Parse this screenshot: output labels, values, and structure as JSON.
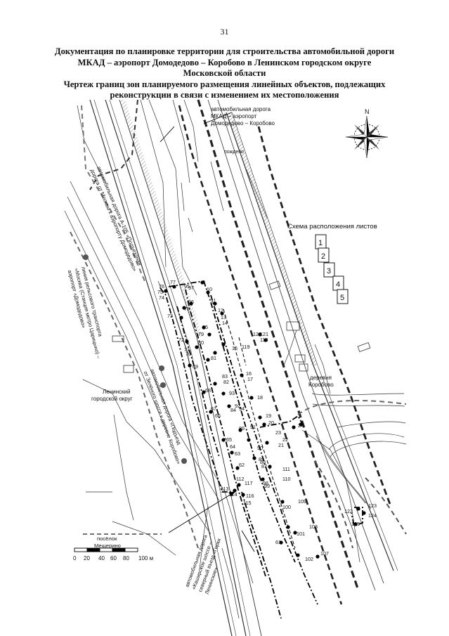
{
  "page_number": "31",
  "title": [
    "Документация по планировке территории для строительства автомобильной дороги",
    "МКАД – аэропорт Домодедово – Коробово в Ленинском городском округе",
    "Московской области",
    "Чертеж границ зон планируемого размещения линейных объектов, подлежащих",
    "реконструкции в связи с изменением их местоположения"
  ],
  "labels": {
    "road_main": [
      "автомобильная дорога",
      "МКАД – аэропорт",
      "Домодедово – Коробово"
    ],
    "pozhdepo": "пождепо",
    "a105": [
      "автомобильная дорога А-105 «Подъездная",
      "дорога от Москвы к аэропорту Домодедово»"
    ],
    "rail": [
      "линия рельсового транспорта",
      "«Москва (Станция метро Царицыно) –",
      "аэропорт «Домодедово»"
    ],
    "road_zelenoe": [
      "автомобильная дорога «Подъезд",
      "от Зелёного шоссе к деревне Коробово»"
    ],
    "district": [
      "Ленинский",
      "городской округ"
    ],
    "village": [
      "деревня",
      "Коробово"
    ],
    "settlement": [
      "посёлок",
      "Мещерино"
    ],
    "road_kashira": [
      "автомобильная дорога",
      "«Каширское шоссе –",
      "северный въезд «Горки",
      "Ленинские»"
    ],
    "sheets_title": "Схема расположения листов",
    "sheets": [
      "1",
      "2",
      "3",
      "4",
      "5"
    ],
    "compass": "N"
  },
  "scale_bar": {
    "ticks": [
      "0",
      "20",
      "40",
      "60",
      "80",
      "100 м"
    ]
  },
  "point_numbers": [
    "9",
    "10",
    "11",
    "12",
    "13",
    "14",
    "15",
    "16",
    "17",
    "18",
    "19",
    "20",
    "21",
    "22",
    "23",
    "24",
    "61",
    "62",
    "63",
    "64",
    "65",
    "66",
    "67",
    "68",
    "69",
    "70",
    "71",
    "72",
    "73",
    "74",
    "75",
    "76",
    "77",
    "78",
    "79",
    "80",
    "81",
    "82",
    "83",
    "84",
    "85",
    "86",
    "87",
    "88",
    "89",
    "90",
    "91",
    "92",
    "93",
    "94",
    "95",
    "96",
    "97",
    "98",
    "99",
    "100",
    "101",
    "102",
    "107",
    "108",
    "109",
    "110",
    "111",
    "112",
    "113",
    "114",
    "115",
    "116",
    "117",
    "118",
    "119",
    "120",
    "121",
    "122",
    "123",
    "124",
    "125"
  ]
}
